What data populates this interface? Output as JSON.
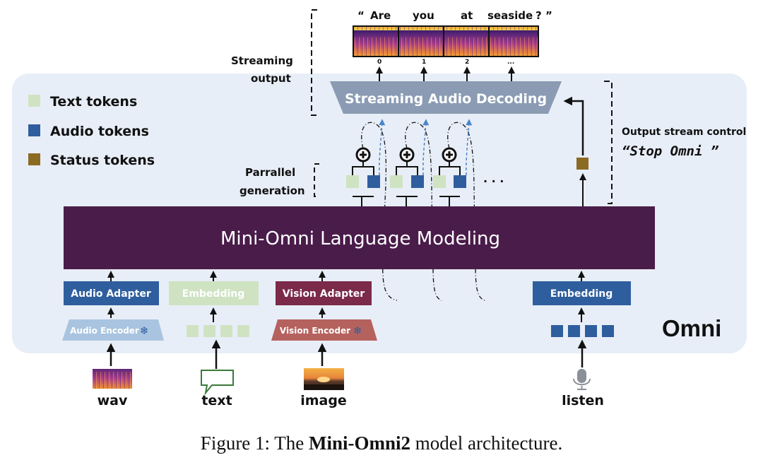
{
  "output_text": {
    "open_quote": "“",
    "tokens": [
      "Are",
      "you",
      "at",
      "seaside",
      "?"
    ],
    "close_quote": "”",
    "indices": [
      "0",
      "1",
      "2",
      "..."
    ]
  },
  "labels": {
    "streaming_output_line1": "Streaming",
    "streaming_output_line2": "output",
    "streaming_audio_decoding": "Streaming Audio Decoding",
    "parallel_generation_line1": "Parrallel",
    "parallel_generation_line2": "generation",
    "output_stream_control": "Output stream control",
    "stop_omni": "“Stop Omni ”",
    "ellipsis": "· · ·",
    "language_modeling": "Mini-Omni  Language Modeling",
    "omni": "Omni"
  },
  "legend": [
    {
      "label": "Text tokens",
      "color": "#cfe3c2"
    },
    {
      "label": "Audio tokens",
      "color": "#2f5e9e"
    },
    {
      "label": "Status tokens",
      "color": "#8b6a22"
    }
  ],
  "modules": {
    "audio_adapter": "Audio Adapter",
    "audio_encoder": "Audio Encoder",
    "embedding_text": "Embedding",
    "vision_adapter": "Vision Adapter",
    "vision_encoder": "Vision Encoder",
    "embedding_listen": "Embedding"
  },
  "inputs": {
    "wav": "wav",
    "text": "text",
    "image": "image",
    "listen": "listen"
  },
  "caption": {
    "prefix": "Figure 1: The ",
    "bold": "Mini-Omni2",
    "suffix": " model architecture."
  },
  "colors": {
    "panel": "#e8eef7",
    "lm_block": "#4a1c4a",
    "decoder": "#8a9bb3",
    "audio_adapter": "#2f5e9e",
    "audio_encoder": "#a9c4e0",
    "embedding_text": "#cfe3c2",
    "vision_adapter": "#7b2a4a",
    "vision_encoder": "#b5625e",
    "text_token": "#cfe3c2",
    "audio_token": "#2f5e9e",
    "status_token": "#8b6a22"
  }
}
